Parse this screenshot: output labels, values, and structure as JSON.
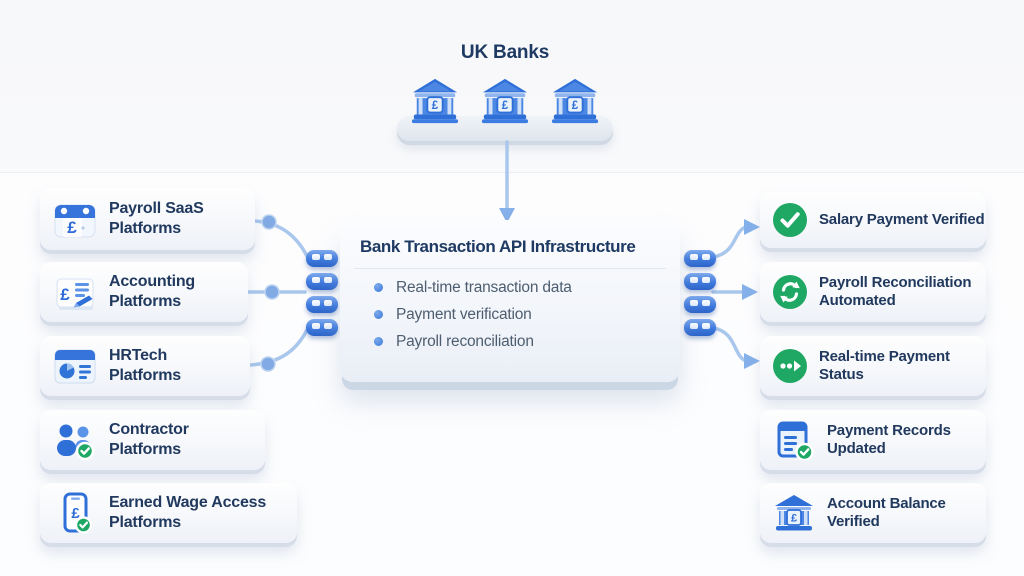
{
  "colors": {
    "accent_blue": "#2f6fd8",
    "light_blue_line": "#a9c7ec",
    "connector_dot": "#82aae4",
    "arrow_fill": "#85b0ea",
    "navy_text": "#21395e",
    "bullet_text": "#4d5d70",
    "green": "#1ea863",
    "panel_edge_shadow": "#d6dde8"
  },
  "banks": {
    "title": "UK Banks",
    "currency_symbol": "£",
    "bank_count": 3
  },
  "center_box": {
    "title": "Bank Transaction API Infrastructure",
    "bullets": [
      "Real-time transaction data",
      "Payment verification",
      "Payroll reconciliation"
    ]
  },
  "left_panels": [
    {
      "label": "Payroll SaaS Platforms",
      "icon": "payroll-calendar-icon"
    },
    {
      "label": "Accounting Platforms",
      "icon": "accounting-ledger-icon"
    },
    {
      "label": "HRTech Platforms",
      "icon": "hrtech-window-icon"
    },
    {
      "label": "Contractor Platforms",
      "icon": "contractor-people-icon"
    },
    {
      "label": "Earned Wage Access Platforms",
      "icon": "earned-wage-phone-icon"
    }
  ],
  "right_panels": [
    {
      "label": "Salary Payment Verified",
      "icon": "check-circle-icon"
    },
    {
      "label": "Payroll Reconciliation Automated",
      "icon": "sync-circle-icon"
    },
    {
      "label": "Real-time Payment Status",
      "icon": "live-status-icon"
    },
    {
      "label": "Payment Records Updated",
      "icon": "document-check-icon"
    },
    {
      "label": "Account Balance Verified",
      "icon": "bank-balance-icon"
    }
  ]
}
